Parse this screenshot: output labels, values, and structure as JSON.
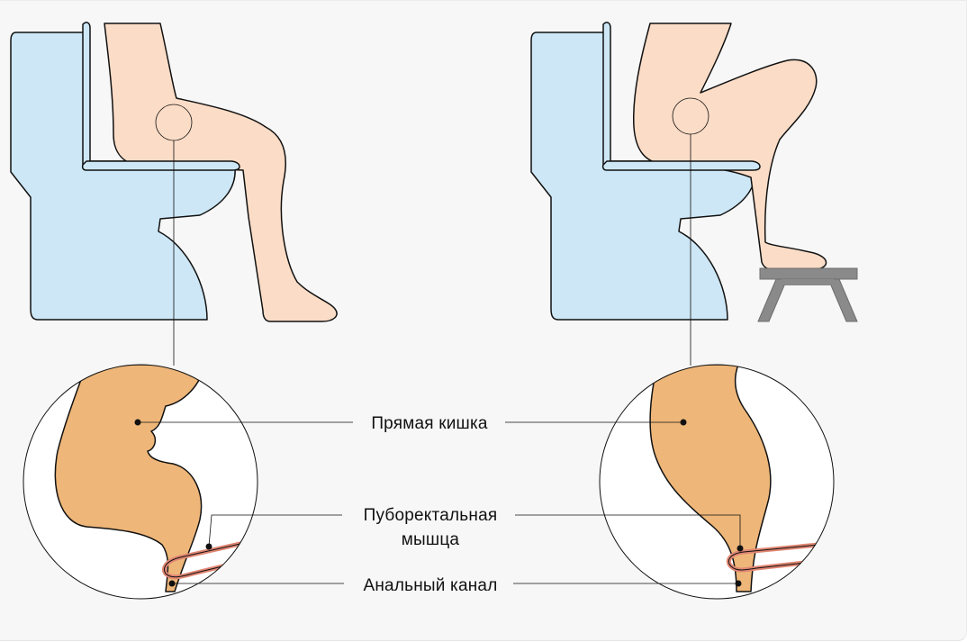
{
  "labels": {
    "rectum": "Прямая кишка",
    "puborectalis_line1": "Пуборектальная",
    "puborectalis_line2": "мышца",
    "anal_canal": "Анальный канал"
  },
  "colors": {
    "background": "#f7f7f7",
    "toilet_fill": "#cde7f6",
    "skin_fill": "#fbdcc6",
    "rectum_fill": "#eeb679",
    "muscle_stroke": "#e08672",
    "stool_fill": "#8a8a8a",
    "outline": "#111111"
  }
}
